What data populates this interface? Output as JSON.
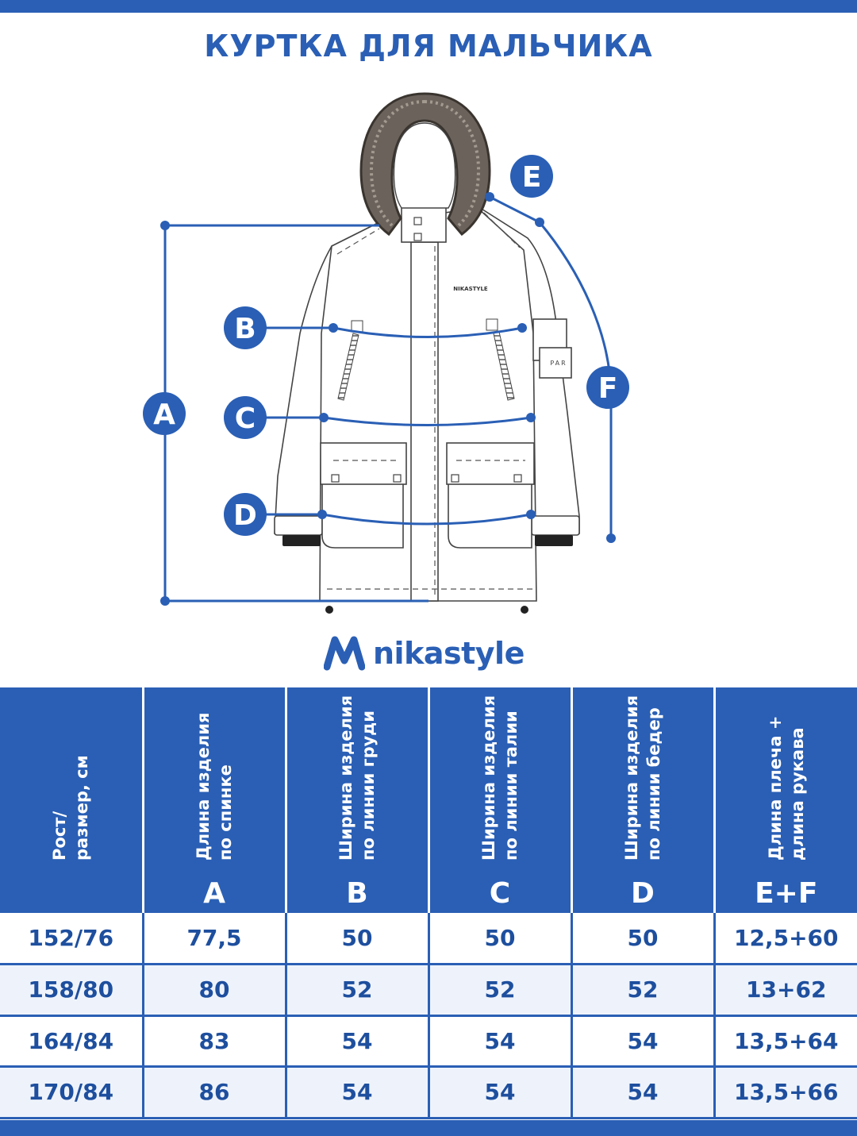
{
  "title": "КУРТКА ДЛЯ МАЛЬЧИКА",
  "brand": {
    "name": "nikastyle",
    "jacket_label": "NIKASTYLE",
    "sleeve_label": "PAR",
    "color": "#2a5fb5"
  },
  "markers": {
    "A": "A",
    "B": "B",
    "C": "C",
    "D": "D",
    "E": "E",
    "F": "F"
  },
  "table": {
    "headers": [
      {
        "text": "Рост/\nразмер, см",
        "letter": ""
      },
      {
        "text": "Длина изделия\nпо спинке",
        "letter": "A"
      },
      {
        "text": "Ширина изделия\nпо линии груди",
        "letter": "B"
      },
      {
        "text": "Ширина изделия\nпо линии талии",
        "letter": "C"
      },
      {
        "text": "Ширина изделия\nпо линии бедер",
        "letter": "D"
      },
      {
        "text": "Длина плеча +\nдлина рукава",
        "letter": "E+F"
      }
    ],
    "rows": [
      [
        "152/76",
        "77,5",
        "50",
        "50",
        "50",
        "12,5+60"
      ],
      [
        "158/80",
        "80",
        "52",
        "52",
        "52",
        "13+62"
      ],
      [
        "164/84",
        "83",
        "54",
        "54",
        "54",
        "13,5+64"
      ],
      [
        "170/84",
        "86",
        "54",
        "54",
        "54",
        "13,5+66"
      ]
    ]
  }
}
